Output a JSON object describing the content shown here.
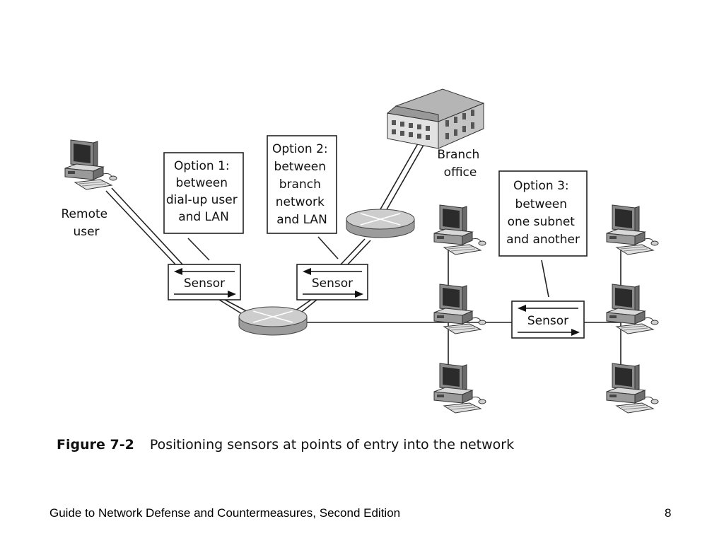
{
  "diagram": {
    "remote_user_label": [
      "Remote",
      "user"
    ],
    "branch_office_label": [
      "Branch",
      "office"
    ],
    "option1": [
      "Option 1:",
      "between",
      "dial-up user",
      "and LAN"
    ],
    "option2": [
      "Option 2:",
      "between",
      "branch",
      "network",
      "and LAN"
    ],
    "option3": [
      "Option 3:",
      "between",
      "one subnet",
      "and another"
    ],
    "sensor_label": "Sensor"
  },
  "caption": {
    "number": "Figure 7-2",
    "text": "Positioning sensors at points of entry into the network"
  },
  "footer": {
    "text": "Guide to Network Defense and Countermeasures, Second Edition",
    "page": "8"
  }
}
